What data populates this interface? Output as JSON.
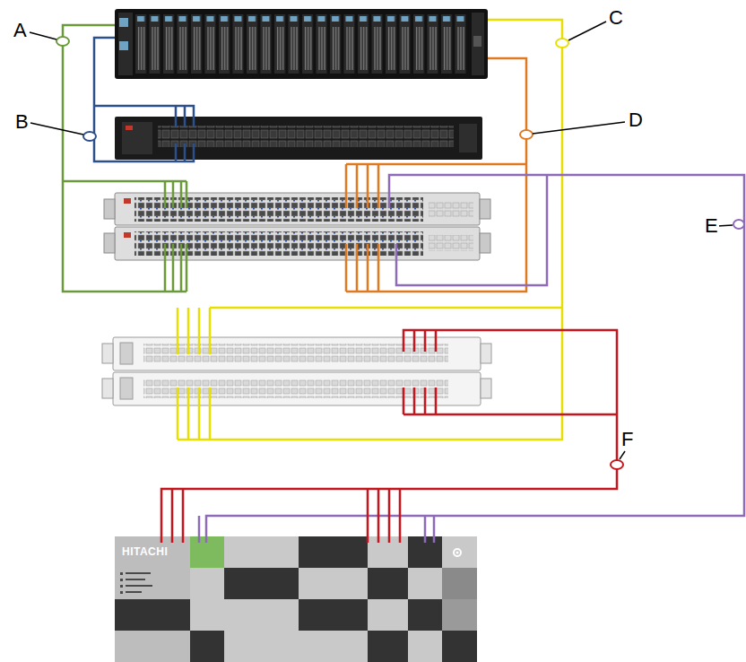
{
  "diagram": {
    "nodes": [
      {
        "text": [
          "HITACHI"
        ]
      }
    ],
    "labels": [
      "A",
      "B",
      "C",
      "D",
      "E",
      "F"
    ]
  }
}
